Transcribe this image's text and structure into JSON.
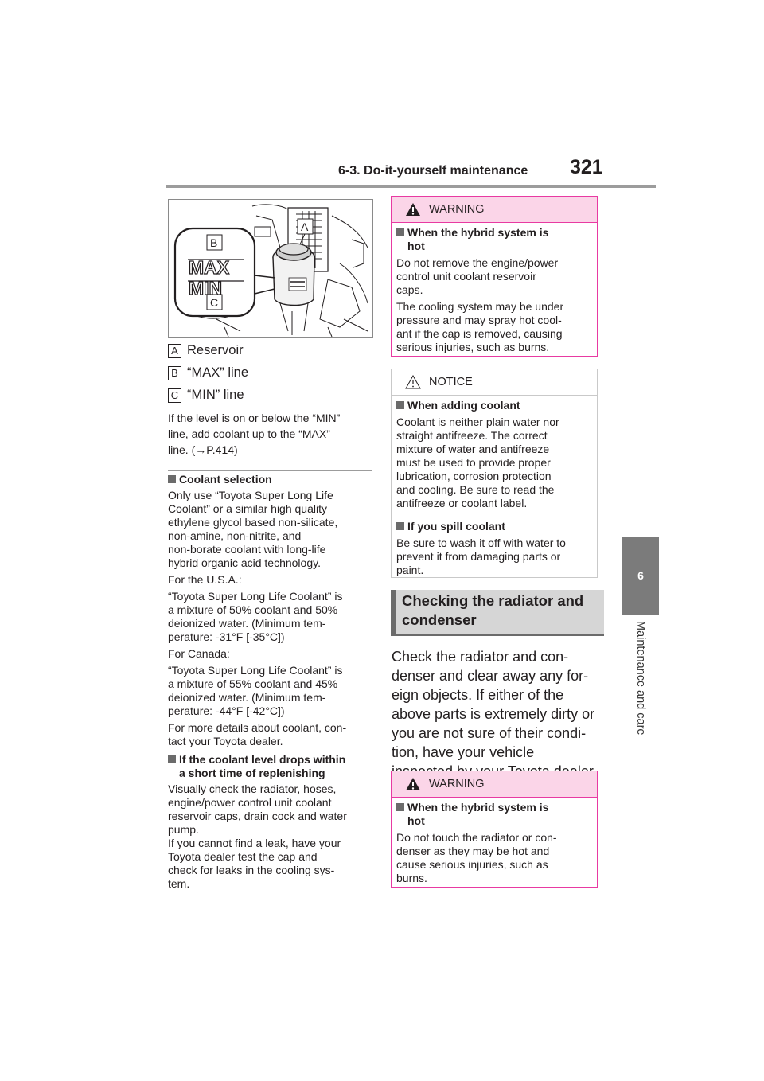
{
  "header": {
    "section": "6-3. Do-it-yourself maintenance",
    "page_number": "321"
  },
  "side_tab": {
    "chapter": "6",
    "chapter_title": "Maintenance and care"
  },
  "figure": {
    "callout_a": "A",
    "callout_b": "B",
    "callout_c": "C",
    "max_text": "MAX",
    "min_text": "MIN"
  },
  "legend": [
    {
      "key": "A",
      "label": "Reservoir"
    },
    {
      "key": "B",
      "label": "“MAX” line"
    },
    {
      "key": "C",
      "label": "“MIN” line"
    }
  ],
  "level_note": [
    "If the level is on or below the “MIN”",
    "line, add coolant up to the “MAX”",
    "line. (→P.414)"
  ],
  "coolant_selection": {
    "heading": "Coolant selection",
    "p1": [
      "Only use “Toyota Super Long Life",
      "Coolant” or a similar high quality",
      "ethylene glycol based non-silicate,",
      "non-amine, non-nitrite, and",
      "non-borate coolant with long-life",
      "hybrid organic acid technology."
    ],
    "usa_label": "For the U.S.A.:",
    "usa_text": [
      "“Toyota Super Long Life Coolant” is",
      "a mixture of 50% coolant and 50%",
      "deionized water. (Minimum tem-",
      "perature: -31°F [-35°C])"
    ],
    "canada_label": "For Canada:",
    "canada_text": [
      "“Toyota Super Long Life Coolant” is",
      "a mixture of 55% coolant and 45%",
      "deionized water. (Minimum tem-",
      "perature: -44°F [-42°C])"
    ],
    "more": [
      "For more details about coolant, con-",
      "tact your Toyota dealer."
    ]
  },
  "level_drops": {
    "heading": [
      "If the coolant level drops within",
      "a short time of replenishing"
    ],
    "text": [
      "Visually check the radiator, hoses,",
      "engine/power control unit coolant",
      "reservoir caps, drain cock and water",
      "pump.",
      "If you cannot find a leak, have your",
      "Toyota dealer test the cap and",
      "check for leaks in the cooling sys-",
      "tem."
    ]
  },
  "warning1": {
    "title": "WARNING",
    "heading": [
      "When the hybrid system is",
      "hot"
    ],
    "p1": [
      "Do not remove the engine/power",
      "control unit coolant reservoir",
      "caps."
    ],
    "p2": [
      "The cooling system may be under",
      "pressure and may spray hot cool-",
      "ant if the cap is removed, causing",
      "serious injuries, such as burns."
    ]
  },
  "notice": {
    "title": "NOTICE",
    "heading1": "When adding coolant",
    "p1": [
      "Coolant is neither plain water nor",
      "straight antifreeze. The correct",
      "mixture of water and antifreeze",
      "must be used to provide proper",
      "lubrication, corrosion protection",
      "and cooling. Be sure to read the",
      "antifreeze or coolant label."
    ],
    "heading2": "If you spill coolant",
    "p2": [
      "Be sure to wash it off with water to",
      "prevent it from damaging parts or",
      "paint."
    ]
  },
  "section": {
    "title": [
      "Checking the radiator and",
      "condenser"
    ],
    "body": [
      "Check the radiator and con-",
      "denser and clear away any for-",
      "eign objects. If either of the",
      "above parts is extremely dirty or",
      "you are not sure of their condi-",
      "tion, have your vehicle",
      "inspected by your Toyota dealer."
    ]
  },
  "warning2": {
    "title": "WARNING",
    "heading": [
      "When the hybrid system is",
      "hot"
    ],
    "p1": [
      "Do not touch the radiator or con-",
      "denser as they may be hot and",
      "cause serious injuries, such as",
      "burns."
    ]
  }
}
